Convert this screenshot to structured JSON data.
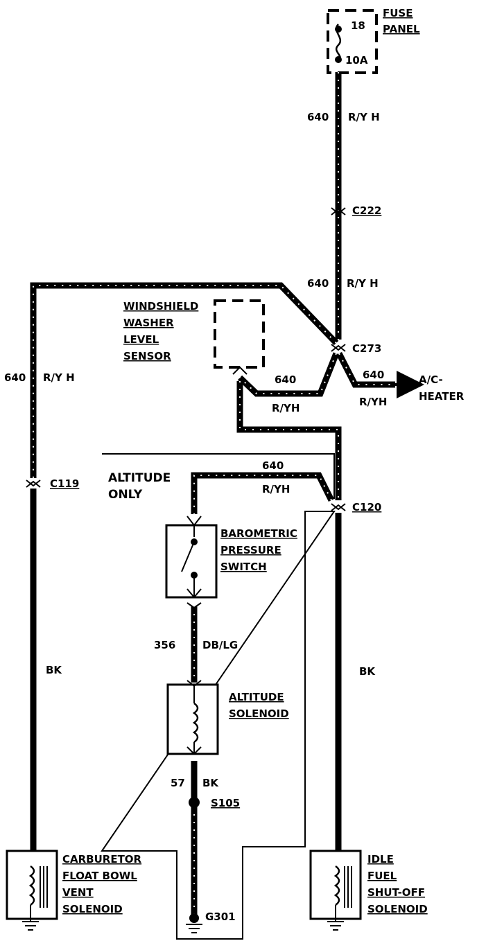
{
  "fuse_panel": {
    "title_line1": "FUSE",
    "title_line2": "PANEL",
    "fuse_number": "18",
    "fuse_rating": "10A"
  },
  "wires": {
    "w1": {
      "circuit": "640",
      "color": "R/Y H"
    },
    "w2": {
      "circuit": "640",
      "color": "R/Y H"
    },
    "w3": {
      "circuit": "640",
      "color": "R/Y H"
    },
    "w4": {
      "circuit": "640",
      "color": "R/YH"
    },
    "w5": {
      "circuit": "640",
      "color": "R/YH"
    },
    "w6": {
      "circuit": "640",
      "color": "R/YH"
    },
    "w7": {
      "circuit": "356",
      "color": "DB/LG"
    },
    "w8": {
      "circuit": "57",
      "color": "BK"
    },
    "bk_left": "BK",
    "bk_right": "BK"
  },
  "connectors": {
    "c222": "C222",
    "c273": "C273",
    "c119": "C119",
    "c120": "C120",
    "s105": "S105",
    "g301": "G301"
  },
  "washer_sensor": {
    "line1": "WINDSHIELD",
    "line2": "WASHER",
    "line3": "LEVEL",
    "line4": "SENSOR"
  },
  "ac_heater": {
    "line1": "A/C-",
    "line2": "HEATER"
  },
  "altitude_only": {
    "line1": "ALTITUDE",
    "line2": "ONLY"
  },
  "barometric": {
    "line1": "BAROMETRIC",
    "line2": "PRESSURE",
    "line3": "SWITCH"
  },
  "altitude_solenoid": {
    "line1": "ALTITUDE",
    "line2": "SOLENOID"
  },
  "carb_solenoid": {
    "line1": "CARBURETOR",
    "line2": "FLOAT BOWL",
    "line3": "VENT",
    "line4": "SOLENOID"
  },
  "idle_solenoid": {
    "line1": "IDLE",
    "line2": "FUEL",
    "line3": "SHUT-OFF",
    "line4": "SOLENOID"
  }
}
